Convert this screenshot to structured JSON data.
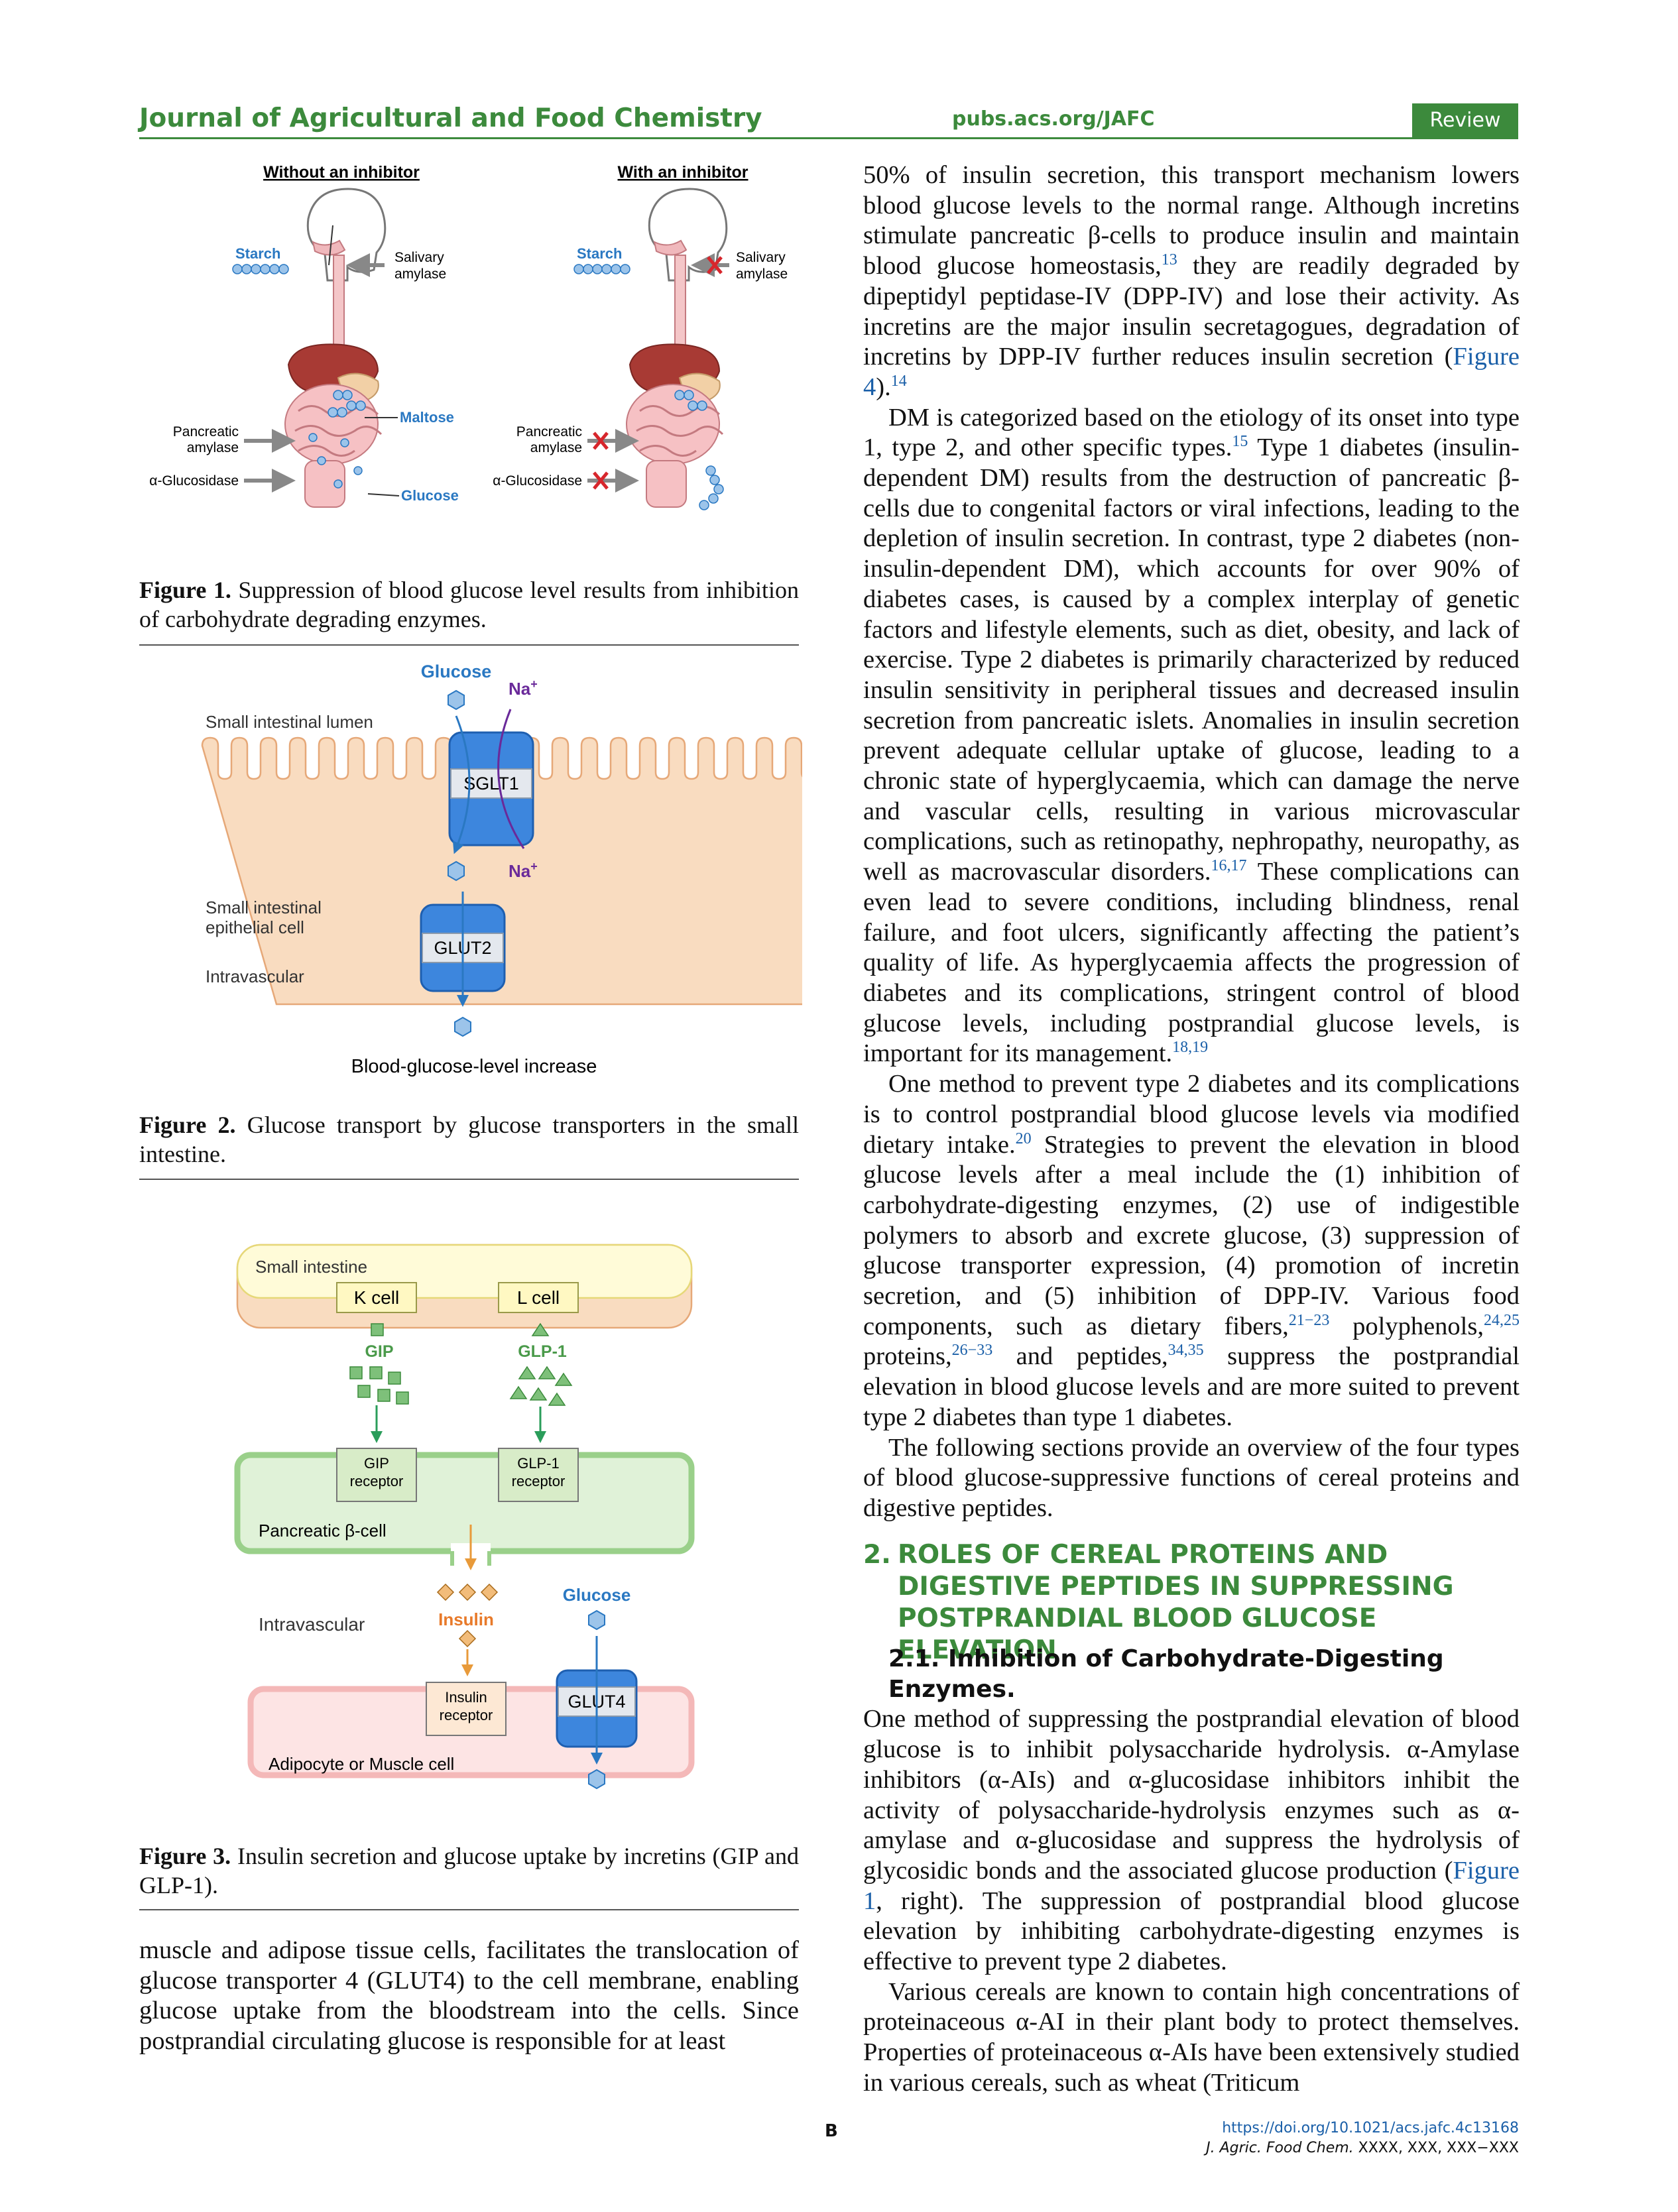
{
  "header": {
    "journal": "Journal of Agricultural and Food Chemistry",
    "url": "pubs.acs.org/JAFC",
    "badge": "Review"
  },
  "fig1": {
    "left_title": "Without an inhibitor",
    "right_title": "With an inhibitor",
    "starch": "Starch",
    "salivary1": "Salivary",
    "salivary2": "amylase",
    "pancreatic1": "Pancreatic",
    "pancreatic2": "amylase",
    "maltose": "Maltose",
    "glucosidase": "α-Glucosidase",
    "glucose": "Glucose",
    "caption_label": "Figure 1.",
    "caption_text": " Suppression of blood glucose level results from inhibition of carbohydrate degrading enzymes."
  },
  "fig2": {
    "glucose": "Glucose",
    "na": "Na",
    "plus": "+",
    "lumen": "Small intestinal lumen",
    "sglt1": "SGLT1",
    "epithelial1": "Small intestinal",
    "epithelial2": "epithelial cell",
    "glut2": "GLUT2",
    "intravascular": "Intravascular",
    "increase": "Blood-glucose-level increase",
    "caption_label": "Figure 2.",
    "caption_text": " Glucose transport by glucose transporters in the small intestine."
  },
  "fig3": {
    "small_intestine": "Small intestine",
    "kcell": "K cell",
    "lcell": "L cell",
    "gip": "GIP",
    "glp1": "GLP-1",
    "gip_receptor1": "GIP",
    "gip_receptor2": "receptor",
    "glp1_receptor1": "GLP-1",
    "glp1_receptor2": "receptor",
    "pancreatic_beta": "Pancreatic β-cell",
    "intravascular": "Intravascular",
    "insulin": "Insulin",
    "glucose": "Glucose",
    "insulin_receptor1": "Insulin",
    "insulin_receptor2": "receptor",
    "glut4": "GLUT4",
    "adipocyte": "Adipocyte or Muscle cell",
    "caption_label": "Figure 3.",
    "caption_text": " Insulin secretion and glucose uptake by incretins (GIP and GLP-1)."
  },
  "left_bottom_text": "muscle and adipose tissue cells, facilitates the translocation of glucose transporter 4 (GLUT4) to the cell membrane, enabling glucose uptake from the bloodstream into the cells. Since postprandial circulating glucose is responsible for at least",
  "right": {
    "p1a": "50% of insulin secretion, this transport mechanism lowers blood glucose levels to the normal range. Although incretins stimulate pancreatic β-cells to produce insulin and maintain blood glucose homeostasis,",
    "p1_ref1": "13",
    "p1b": " they are readily degraded by dipeptidyl peptidase-IV (DPP-IV) and lose their activity. As incretins are the major insulin secretagogues, degradation of incretins by DPP-IV further reduces insulin secretion (",
    "p1_fig": "Figure 4",
    "p1c": ").",
    "p1_ref2": "14",
    "p2a": "DM is categorized based on the etiology of its onset into type 1, type 2, and other specific types.",
    "p2_ref1": "15",
    "p2b": " Type 1 diabetes (insulin-dependent DM) results from the destruction of pancreatic β-cells due to congenital factors or viral infections, leading to the depletion of insulin secretion. In contrast, type 2 diabetes (non-insulin-dependent DM), which accounts for over 90% of diabetes cases, is caused by a complex interplay of genetic factors and lifestyle elements, such as diet, obesity, and lack of exercise. Type 2 diabetes is primarily characterized by reduced insulin sensitivity in peripheral tissues and decreased insulin secretion from pancreatic islets. Anomalies in insulin secretion prevent adequate cellular uptake of glucose, leading to a chronic state of hyperglycaemia, which can damage the nerve and vascular cells, resulting in various microvascular complications, such as retinopathy, nephropathy, neuropathy, as well as macrovascular disorders.",
    "p2_ref2": "16,17",
    "p2c": " These complications can even lead to severe conditions, including blindness, renal failure, and foot ulcers, significantly affecting the patient’s quality of life. As hyperglycaemia affects the progression of diabetes and its complications, stringent control of blood glucose levels, including postprandial glucose levels, is important for its management.",
    "p2_ref3": "18,19",
    "p3a": "One method to prevent type 2 diabetes and its complications is to control postprandial blood glucose levels via modified dietary intake.",
    "p3_ref1": "20",
    "p3b": " Strategies to prevent the elevation in blood glucose levels after a meal include the (1) inhibition of carbohydrate-digesting enzymes, (2) use of indigestible polymers to absorb and excrete glucose, (3) suppression of glucose transporter expression, (4) promotion of incretin secretion, and (5) inhibition of DPP-IV. Various food components, such as dietary fibers,",
    "p3_ref2": "21−23",
    "p3c": " polyphenols,",
    "p3_ref3": "24,25",
    "p3d": " proteins,",
    "p3_ref4": "26−33",
    "p3e": " and peptides,",
    "p3_ref5": "34,35",
    "p3f": " suppress the postprandial elevation in blood glucose levels and are more suited to prevent type 2 diabetes than type 1 diabetes.",
    "p4": "The following sections provide an overview of the four types of blood glucose-suppressive functions of cereal proteins and digestive peptides.",
    "sec_num": "2.",
    "sec_title": "ROLES OF CEREAL PROTEINS AND DIGESTIVE PEPTIDES IN SUPPRESSING POSTPRANDIAL BLOOD GLUCOSE ELEVATION",
    "sub_title": "2.1. Inhibition of Carbohydrate-Digesting Enzymes.",
    "p5a": "One method of suppressing the postprandial elevation of blood glucose is to inhibit polysaccharide hydrolysis. α-Amylase inhibitors (α-AIs) and α-glucosidase inhibitors inhibit the activity of polysaccharide-hydrolysis enzymes such as α-amylase and α-glucosidase and suppress the hydrolysis of glycosidic bonds and the associated glucose production (",
    "p5_fig": "Figure 1",
    "p5b": ", right). The suppression of postprandial blood glucose elevation by inhibiting carbohydrate-digesting enzymes is effective to prevent type 2 diabetes.",
    "p6": "Various cereals are known to contain high concentrations of proteinaceous α-AI in their plant body to protect themselves. Properties of proteinaceous α-AIs have been extensively studied in various cereals, such as wheat (Triticum"
  },
  "footer": {
    "page": "B",
    "doi": "https://doi.org/10.1021/acs.jafc.4c13168",
    "cite_journal": "J. Agric. Food Chem.",
    "cite_rest": " XXXX, XXX, XXX−XXX"
  }
}
